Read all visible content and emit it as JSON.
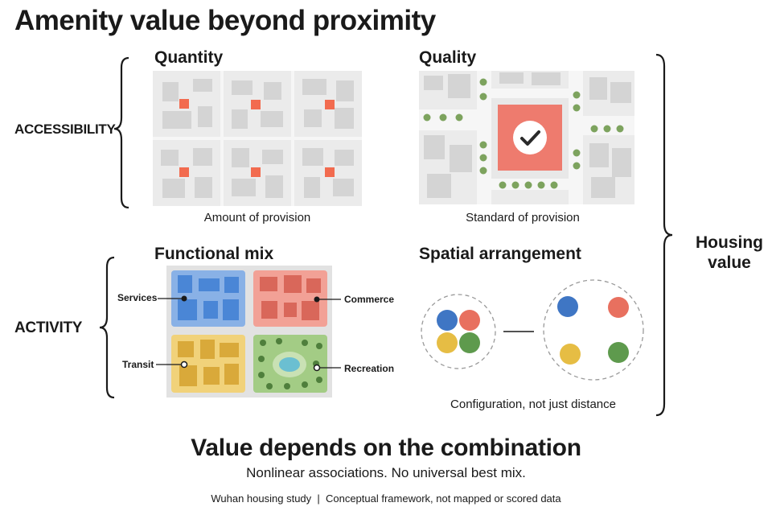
{
  "title": "Amenity value beyond proximity",
  "rows": {
    "accessibility": "ACCESSIBILITY",
    "activity": "ACTIVITY"
  },
  "panels": {
    "quantity": {
      "title": "Quantity",
      "caption": "Amount of provision"
    },
    "quality": {
      "title": "Quality",
      "caption": "Standard of provision"
    },
    "functional_mix": {
      "title": "Functional mix",
      "labels": {
        "services": "Services",
        "commerce": "Commerce",
        "transit": "Transit",
        "recreation": "Recreation"
      }
    },
    "spatial": {
      "title": "Spatial arrangement",
      "caption": "Configuration, not just distance"
    }
  },
  "housing_value": "Housing\nvalue",
  "summary": {
    "heading": "Value depends on the combination",
    "subheading": "Nonlinear associations. No universal best mix."
  },
  "footer": "Wuhan housing study  |  Conceptual framework, not mapped or scored data",
  "colors": {
    "amenity": "#f26b4f",
    "block": "#d4d4d4",
    "tile": "#ebebeb",
    "road": "#f6f6f6",
    "tree": "#7da35e",
    "services": "#4a86d6",
    "commerce": "#ee7b6e",
    "transit": "#edc04f",
    "recreation": "#78ad5c",
    "dot_blue": "#3f76c4",
    "dot_red": "#e8705f",
    "dot_yellow": "#e6bd44",
    "dot_green": "#5e9a4d"
  }
}
